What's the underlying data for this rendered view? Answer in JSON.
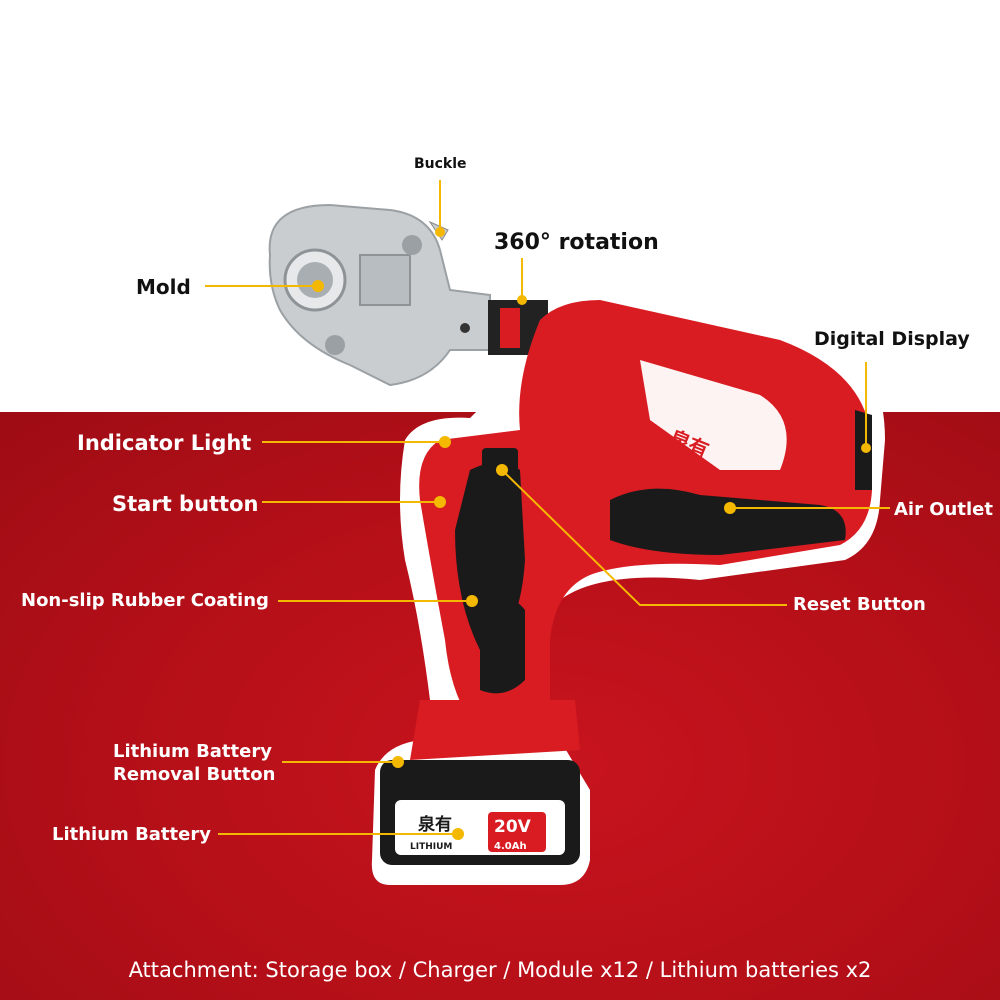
{
  "labels": {
    "buckle": "Buckle",
    "rotation": "360° rotation",
    "mold": "Mold",
    "digital_display": "Digital Display",
    "indicator_light": "Indicator Light",
    "start_button": "Start button",
    "air_outlet": "Air Outlet",
    "non_slip": "Non-slip Rubber Coating",
    "reset_button": "Reset Button",
    "battery_removal_line1": "Lithium Battery",
    "battery_removal_line2": "Removal Button",
    "lithium_battery": "Lithium Battery"
  },
  "tool_text": {
    "brand": "泉有",
    "voltage": "20V",
    "capacity": "4.0Ah",
    "battery_type": "LITHIUM"
  },
  "attachment": "Attachment: Storage box / Charger / Module x12 / Lithium batteries x2",
  "colors": {
    "background_red": "#b40f18",
    "tool_red": "#d81c22",
    "callout_yellow": "#f5b800",
    "rubber_black": "#1a1a1a",
    "metal": "#c9cdd0"
  }
}
